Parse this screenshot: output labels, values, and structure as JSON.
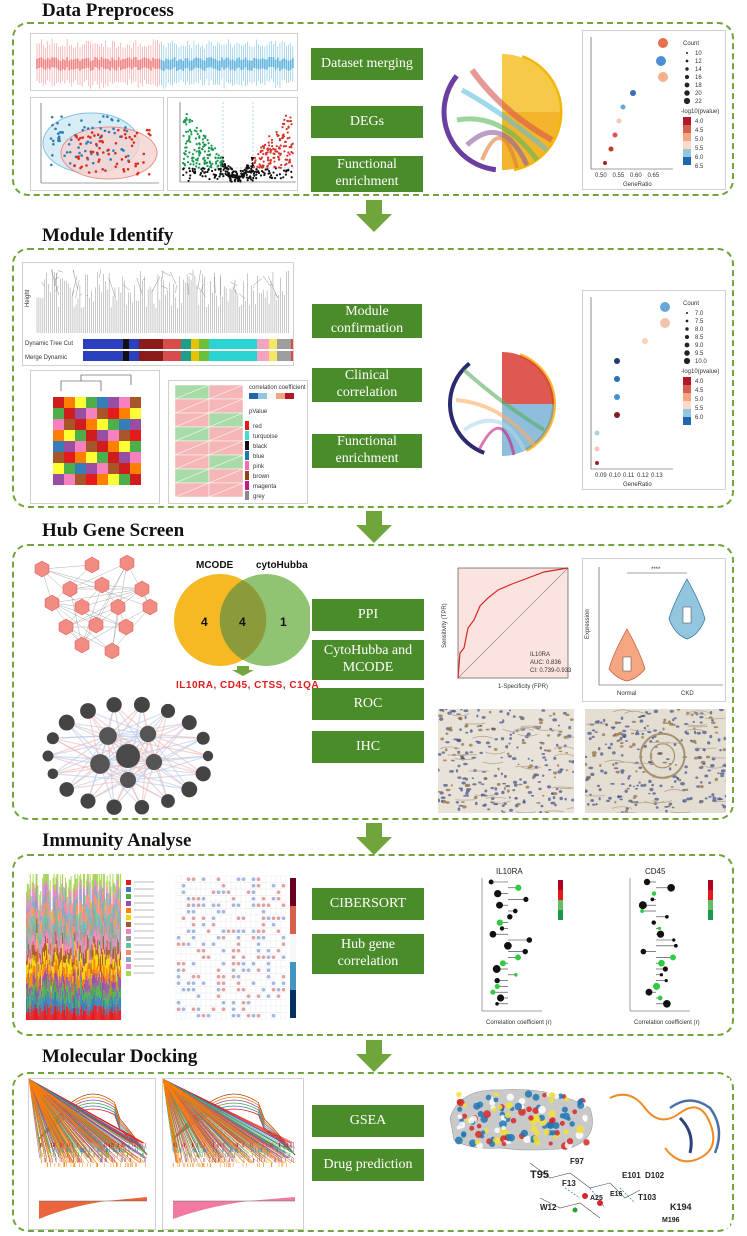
{
  "sections": [
    {
      "title": "Data Preprocess",
      "steps": [
        "Dataset merging",
        "DEGs",
        "Functional enrichment"
      ]
    },
    {
      "title": "Module Identify",
      "steps": [
        "Module confirmation",
        "Clinical correlation",
        "Functional enrichment"
      ]
    },
    {
      "title": "Hub Gene Screen",
      "steps": [
        "PPI",
        "CytoHubba and MCODE",
        "ROC",
        "IHC"
      ]
    },
    {
      "title": "Immunity Analyse",
      "steps": [
        "CIBERSORT",
        "Hub gene correlation"
      ]
    },
    {
      "title": "Molecular Docking",
      "steps": [
        "GSEA",
        "Drug prediction"
      ]
    }
  ],
  "venn": {
    "left_label": "MCODE",
    "right_label": "cytoHubba",
    "left_only": "4",
    "both": "4",
    "right_only": "1",
    "genes": "IL10RA, CD45, CTSS, C1QA"
  },
  "roc": {
    "gene": "IL10RA",
    "auc": "AUC: 0.836",
    "ci": "CI: 0.739-0.933",
    "xlabel": "1-Specificity (FPR)",
    "ylabel": "Sensitivity (TPR)"
  },
  "violin": {
    "ylabel": "Expression",
    "groups": [
      "Normal",
      "CKD"
    ],
    "sig": "****"
  },
  "dot_plots": {
    "count_label": "Count",
    "pvalue_label": "-log10(pvalue)",
    "xlabel": "GeneRatio"
  },
  "enrich1": {
    "counts": [
      "10",
      "12",
      "14",
      "16",
      "18",
      "20",
      "22"
    ],
    "pvals": [
      "4.0",
      "4.5",
      "5.0",
      "5.5",
      "6.0",
      "6.5"
    ],
    "ticks": [
      "0.50",
      "0.55",
      "0.60",
      "0.65"
    ]
  },
  "enrich2": {
    "counts": [
      "7.0",
      "7.5",
      "8.0",
      "8.5",
      "9.0",
      "9.5",
      "10.0"
    ],
    "pvals": [
      "4.0",
      "4.5",
      "5.0",
      "5.5",
      "6.0"
    ],
    "ticks": [
      "0.09",
      "0.10",
      "0.11",
      "0.12",
      "0.13"
    ]
  },
  "cluster": {
    "ylabel": "Height",
    "row1": "Dynamic Tree Cut",
    "row2": "Merge Dynamic"
  },
  "module_legend": [
    "red",
    "turquoise",
    "black",
    "blue",
    "pink",
    "brown",
    "magenta",
    "grey"
  ],
  "corr_panel": {
    "title": "correlation coefficient",
    "pvalue": "pValue"
  },
  "lollipop": [
    {
      "title": "IL10RA",
      "xlabel": "Correlation coefficient (r)"
    },
    {
      "title": "CD45",
      "xlabel": "Correlation coefficient (r)"
    }
  ],
  "docking": {
    "residues": [
      "T95",
      "F97",
      "E101",
      "D102",
      "F13",
      "A25",
      "E16",
      "T103",
      "W12",
      "K194",
      "M196"
    ]
  }
}
